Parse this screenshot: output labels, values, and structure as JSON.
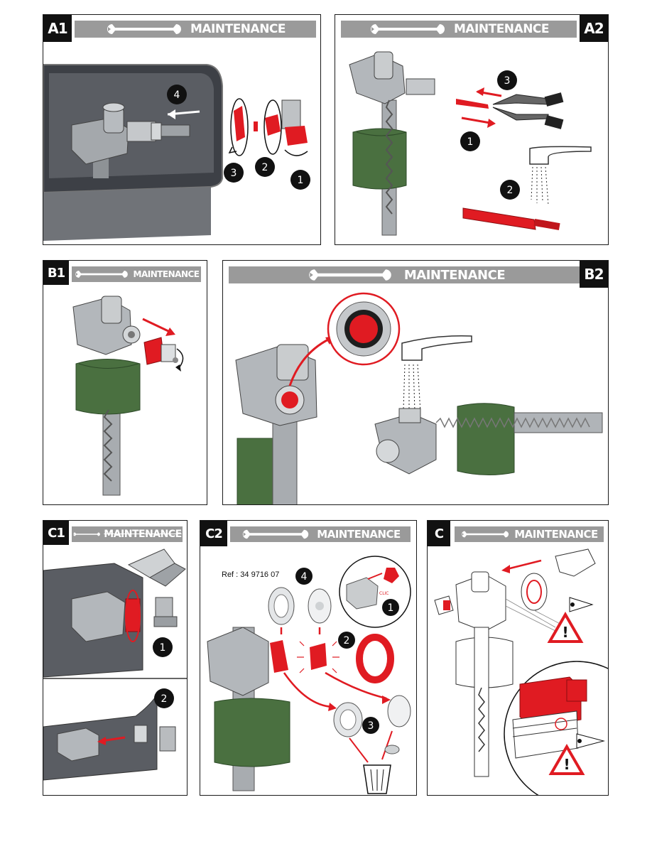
{
  "header_label": "MAINTENANCE",
  "panels": {
    "a1": {
      "tag": "A1",
      "steps": [
        "4",
        "3",
        "2",
        "1"
      ]
    },
    "a2": {
      "tag": "A2",
      "steps": [
        "3",
        "1",
        "2"
      ]
    },
    "b1": {
      "tag": "B1"
    },
    "b2": {
      "tag": "B2"
    },
    "c1": {
      "tag": "C1",
      "steps": [
        "1",
        "2"
      ]
    },
    "c2": {
      "tag": "C2",
      "ref": "Ref : 34 9716 07",
      "steps": [
        "4",
        "1",
        "2",
        "3"
      ],
      "clic": "CLIC"
    },
    "c": {
      "tag": "C"
    }
  },
  "colors": {
    "accent_red": "#e01b22",
    "valve_grey": "#8e9296",
    "float_green": "#4a7040",
    "tank_grey": "#5a5d63",
    "tag_black": "#111111",
    "bar_grey": "#9a9a9a"
  }
}
